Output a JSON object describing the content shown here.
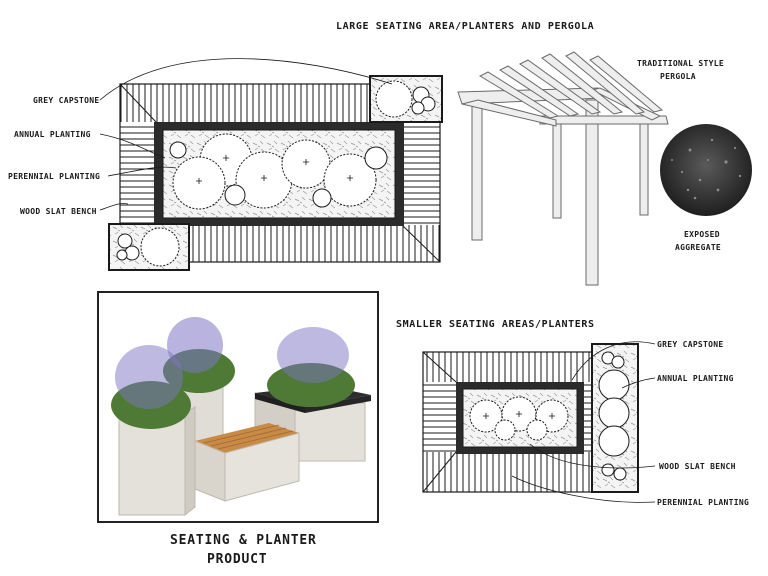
{
  "titles": {
    "large": "LARGE SEATING AREA/PLANTERS AND PERGOLA",
    "small": "SMALLER SEATING AREAS/PLANTERS",
    "product_line1": "SEATING & PLANTER",
    "product_line2": "PRODUCT"
  },
  "large_labels": {
    "grey_capstone": "GREY CAPSTONE",
    "annual_planting": "ANNUAL PLANTING",
    "perennial_planting": "PERENNIAL PLANTING",
    "wood_slat_bench": "WOOD SLAT BENCH"
  },
  "pergola_label": {
    "line1": "TRADITIONAL STYLE",
    "line2": "PERGOLA"
  },
  "aggregate_label": {
    "line1": "EXPOSED",
    "line2": "AGGREGATE"
  },
  "small_labels": {
    "grey_capstone": "GREY CAPSTONE",
    "annual_planting": "ANNUAL PLANTING",
    "wood_slat_bench": "WOOD SLAT BENCH",
    "perennial_planting": "PERENNIAL PLANTING"
  },
  "colors": {
    "ink": "#1a1a1a",
    "capstone": "#2b2b2b",
    "concrete": "#dcd8d0",
    "wood": "#c98a45",
    "lavender": "#7d74c4",
    "foliage": "#4f7a35",
    "pergola": "#eeeeee",
    "aggregate": "#3b3b3b"
  }
}
